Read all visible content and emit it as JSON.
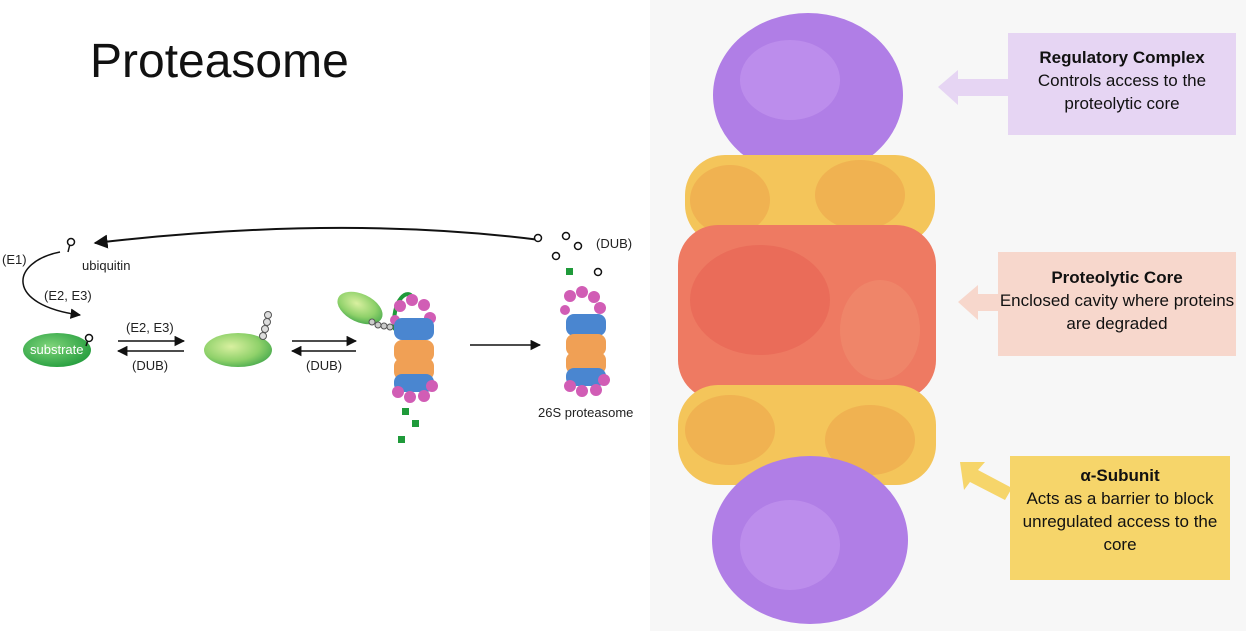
{
  "title": "Proteasome",
  "pathway": {
    "e1": "(E1)",
    "ubiquitin": "ubiquitin",
    "e2e3_top": "(E2, E3)",
    "substrate": "substrate",
    "e2e3_mid": "(E2, E3)",
    "dub_1": "(DUB)",
    "dub_2": "(DUB)",
    "dub_top": "(DUB)",
    "proteasome_label": "26S proteasome"
  },
  "callouts": {
    "regulatory": {
      "title": "Regulatory Complex",
      "text": "Controls access to the proteolytic core"
    },
    "core": {
      "title": "Proteolytic Core",
      "text": "Enclosed cavity where proteins are degraded"
    },
    "alpha": {
      "title": "α-Subunit",
      "text": "Acts as a barrier to block unregulated access to the core"
    }
  },
  "colors": {
    "regulatory": "#b07ee6",
    "alpha_ring": "#f4c55a",
    "beta_core": "#ee7a62",
    "substrate_green": "#3fae49",
    "purple_box": "#e6d5f3",
    "salmon_box": "#f7d7cc",
    "yellow_box": "#f6d56a"
  }
}
